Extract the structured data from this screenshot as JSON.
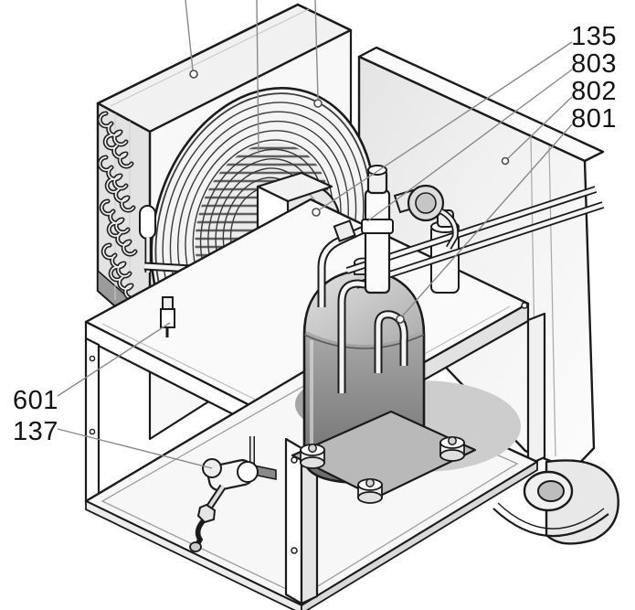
{
  "figure": {
    "kind": "exploded-parts-illustration",
    "subject": "air-cooled condensing unit",
    "background_color": "#ffffff",
    "ink_color": "#1b1b1b",
    "leader_color": "#8a8a8a",
    "label_color": "#141414",
    "callouts": {
      "right": [
        {
          "label": "135",
          "target": "fan-motor"
        },
        {
          "label": "803",
          "target": "suction-service-valve"
        },
        {
          "label": "802",
          "target": "side-panel"
        },
        {
          "label": "801",
          "target": "compressor"
        }
      ],
      "left": [
        {
          "label": "601",
          "target": "coil-access-valve"
        },
        {
          "label": "137",
          "target": "liquid-line-valve"
        }
      ],
      "top_leader_lines": 3
    }
  }
}
